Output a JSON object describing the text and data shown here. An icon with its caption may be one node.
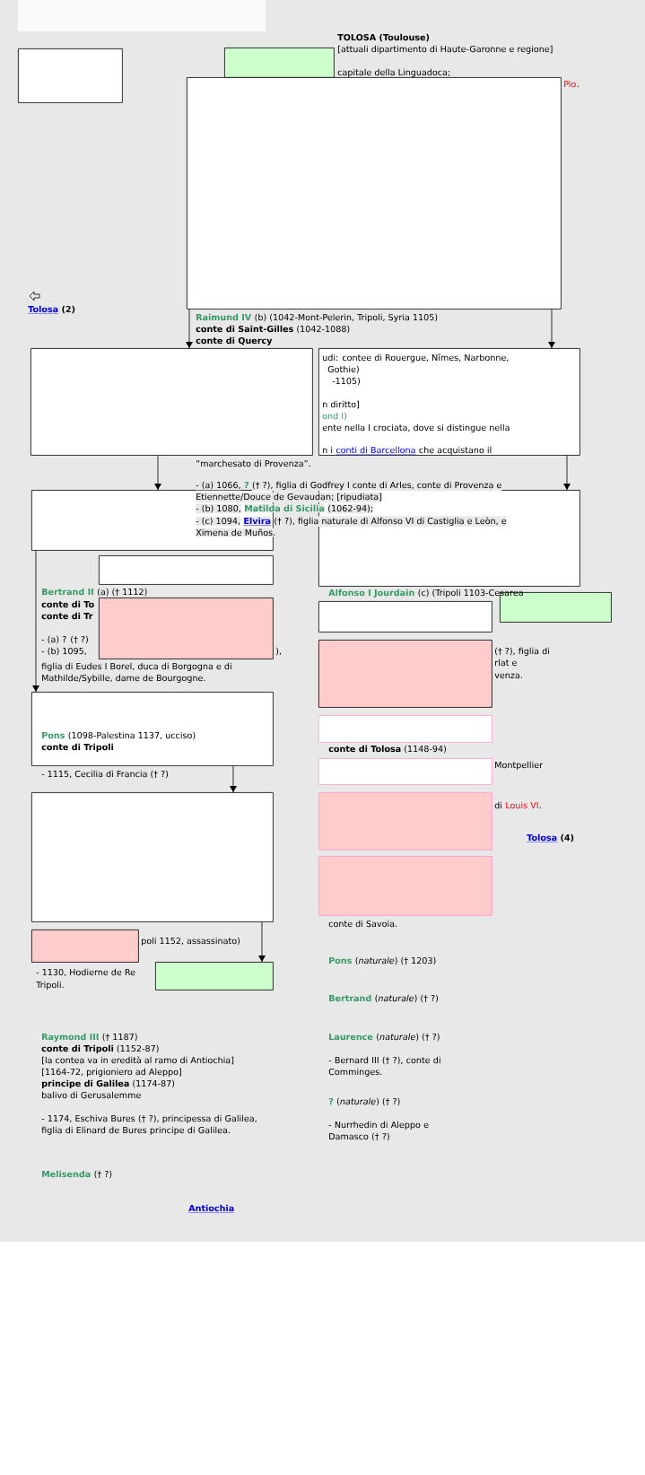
{
  "diagram": {
    "nodes": [
      {
        "text": [],
        "shape": "box"
      },
      {
        "text": [],
        "shape": "box"
      },
      {
        "text": [],
        "shape": "box"
      },
      {
        "text": [],
        "shape": "box"
      },
      {
        "text": [],
        "shape": "box"
      },
      {
        "text": [],
        "shape": "box"
      },
      {
        "text": [],
        "shape": "box"
      },
      {
        "text": [],
        "shape": "box"
      },
      {
        "text": [],
        "shape": "box"
      },
      {
        "text": [],
        "shape": "box"
      },
      {
        "text": [],
        "shape": "box"
      },
      {
        "text": [],
        "shape": "box"
      },
      {
        "text": [],
        "shape": "box"
      },
      {
        "text": [],
        "shape": "box"
      },
      {
        "text": [],
        "shape": "box"
      },
      {
        "text": [],
        "shape": "box"
      },
      {
        "text": [],
        "shape": "box"
      },
      {
        "text": [],
        "shape": "box"
      },
      {
        "text": [],
        "shape": "box"
      },
      {
        "text": [],
        "shape": "box"
      }
    ],
    "edges": [
      {
        "from": 2,
        "to": 3,
        "arrow": "to"
      },
      {
        "from": 2,
        "to": 4,
        "arrow": "to"
      },
      {
        "from": 3,
        "to": 5,
        "arrow": "to"
      },
      {
        "from": 4,
        "to": 6,
        "arrow": "to"
      },
      {
        "from": 5,
        "to": 12,
        "arrow": "to"
      },
      {
        "from": 12,
        "to": 15,
        "arrow": "to"
      },
      {
        "from": 15,
        "to": 19,
        "arrow": "to"
      }
    ],
    "labels": [
      "TOLOSA (Toulouse)",
      "[attuali dipartimento di Haute-Garonne e regione]",
      "capitale della Linguadoca;",
      "Pio",
      ".",
      "Tolosa",
      "(2)",
      "Raimund IV",
      "(b) (1042-Mont-Pelerin, Tripoli, Syria 1105)",
      "**conte di Saint-Gilles** (1042-1088)",
      "conte di Quercy",
      "udi: contee di Rouergue, Nîmes, Narbonne,",
      "Gothie)",
      "-1105)",
      "n diritto]",
      "ond I)",
      "ente nella I crociata, dove si distingue nella",
      "n i",
      "conti di Barcellona",
      "che acquistano il",
      "“marchesato di Provenza”.",
      "- (a) 1066,",
      "?",
      "(† ?), figlia di Godfrey I conte di Arles, conte di Provenza e",
      "Etiennette/Douce de Gevaudan; [ripudiata]",
      "- (b) 1080,",
      "Matilda di Sicilia",
      "(1062-94);",
      "- (c) 1094,",
      "Elvira",
      "(† ?), figlia naturale di Alfonso VI di Castiglia e Leòn, e",
      "Ximena de Muños.",
      "Bertrand II",
      "(a) († 1112)",
      "conte di To",
      "conte di Tr",
      "- (a) ? († ?)",
      "- (b) 1095,",
      "),",
      "figlia di Eudes I Borel, duca di Borgogna e di",
      "Mathilde/Sybille, dame de Bourgogne.",
      "Alfonso I Jourdain",
      "(c) (Tripoli 1103-Cesarea",
      "(† ?), figlia di",
      "rlat e",
      "venza.",
      "Pons",
      "(1098-Palestina 1137, ucciso)",
      "conte di Tripoli",
      "- 1115, Cecilia di Francia († ?)",
      "**conte di Tolosa** (1148-94)",
      "Montpellier",
      "di",
      "Louis VI",
      ".",
      "Tolosa",
      "(4)",
      "conte di Savoia.",
      "poli 1152, assassinato)",
      "Pons",
      "(*naturale*) († 1203)",
      "- 1130, Hodierne de Re",
      "Tripoli.",
      "Bertrand",
      "(*naturale*) († ?)",
      "Raymond III",
      "(† 1187)",
      "**conte di Tripoli** (1152-87)",
      "[la contea va in eredità al ramo di Antiochia]",
      "[1164-72, prigioniero ad Aleppo]",
      "**principe di Galilea** (1174-87)",
      "balivo di Gerusalemme",
      "- 1174, Eschiva Bures († ?), principessa di Galilea, figlia di Elinard de Bures principe di Galilea.",
      "Laurence",
      "(*naturale*) († ?)",
      "- Bernard III († ?), conte di Comminges.",
      "?",
      "(*naturale*) († ?)",
      "- Nurrhedin di Aleppo e Damasco († ?)",
      "Melisenda",
      "(† ?)",
      "Antiochia"
    ]
  }
}
